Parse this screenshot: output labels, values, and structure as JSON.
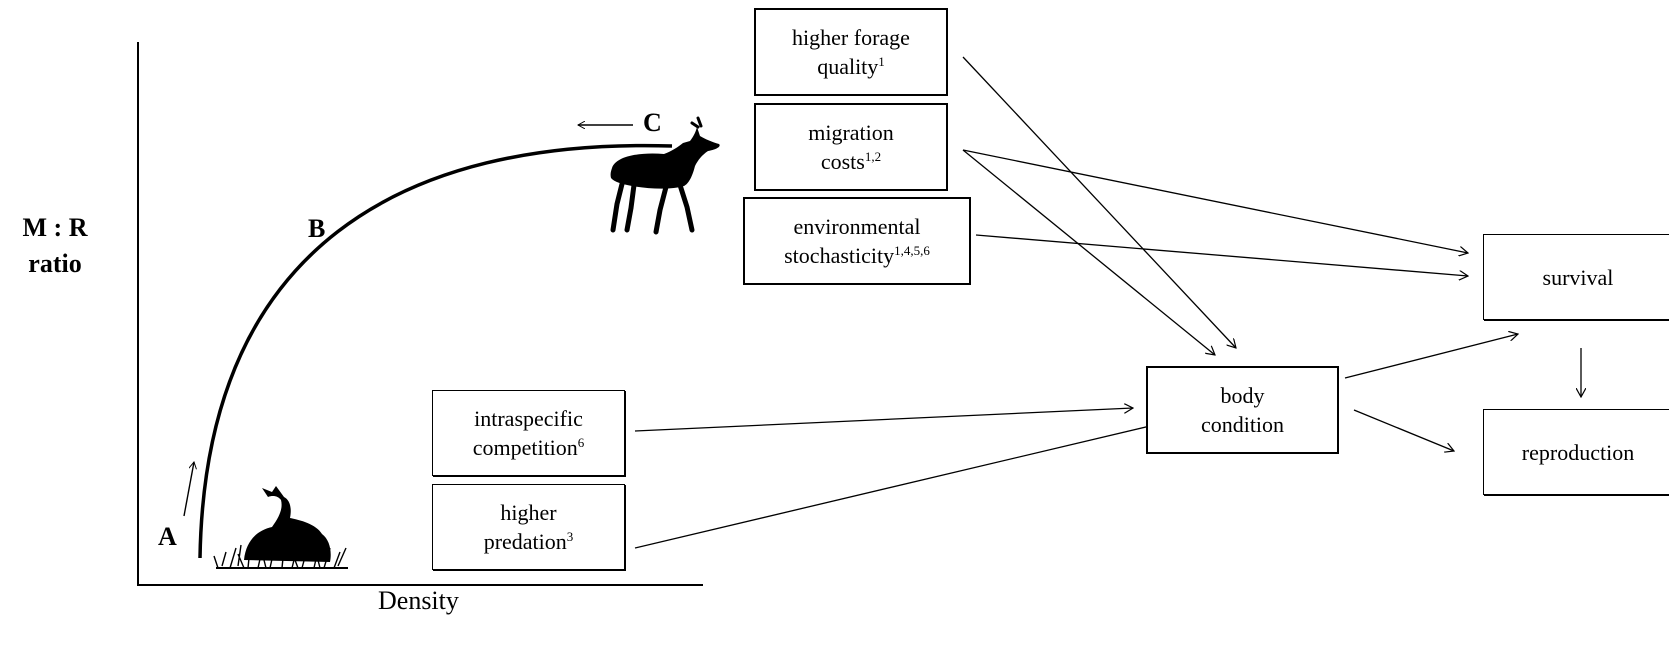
{
  "axes": {
    "y_label_line1": "M : R",
    "y_label_line2": "ratio",
    "x_label": "Density"
  },
  "points": {
    "a": "A",
    "b": "B",
    "c": "C"
  },
  "boxes": {
    "forage": {
      "line1": "higher forage",
      "line2": "quality",
      "sup": "1"
    },
    "migration": {
      "line1": "migration",
      "line2": "costs",
      "sup": "1,2"
    },
    "environmental": {
      "line1": "environmental",
      "line2": "stochasticity",
      "sup": "1,4,5,6"
    },
    "intraspecific": {
      "line1": "intraspecific",
      "line2": "competition",
      "sup": "6"
    },
    "predation": {
      "line1": "higher",
      "line2": "predation",
      "sup": "3"
    },
    "body": {
      "line1": "body",
      "line2": "condition"
    },
    "survival": {
      "label": "survival"
    },
    "reproduction": {
      "label": "reproduction"
    }
  },
  "icons": {
    "adult": "adult-deer-silhouette-icon",
    "fawn": "fawn-in-grass-silhouette-icon"
  },
  "colors": {
    "ink": "#000000",
    "background": "#ffffff"
  }
}
